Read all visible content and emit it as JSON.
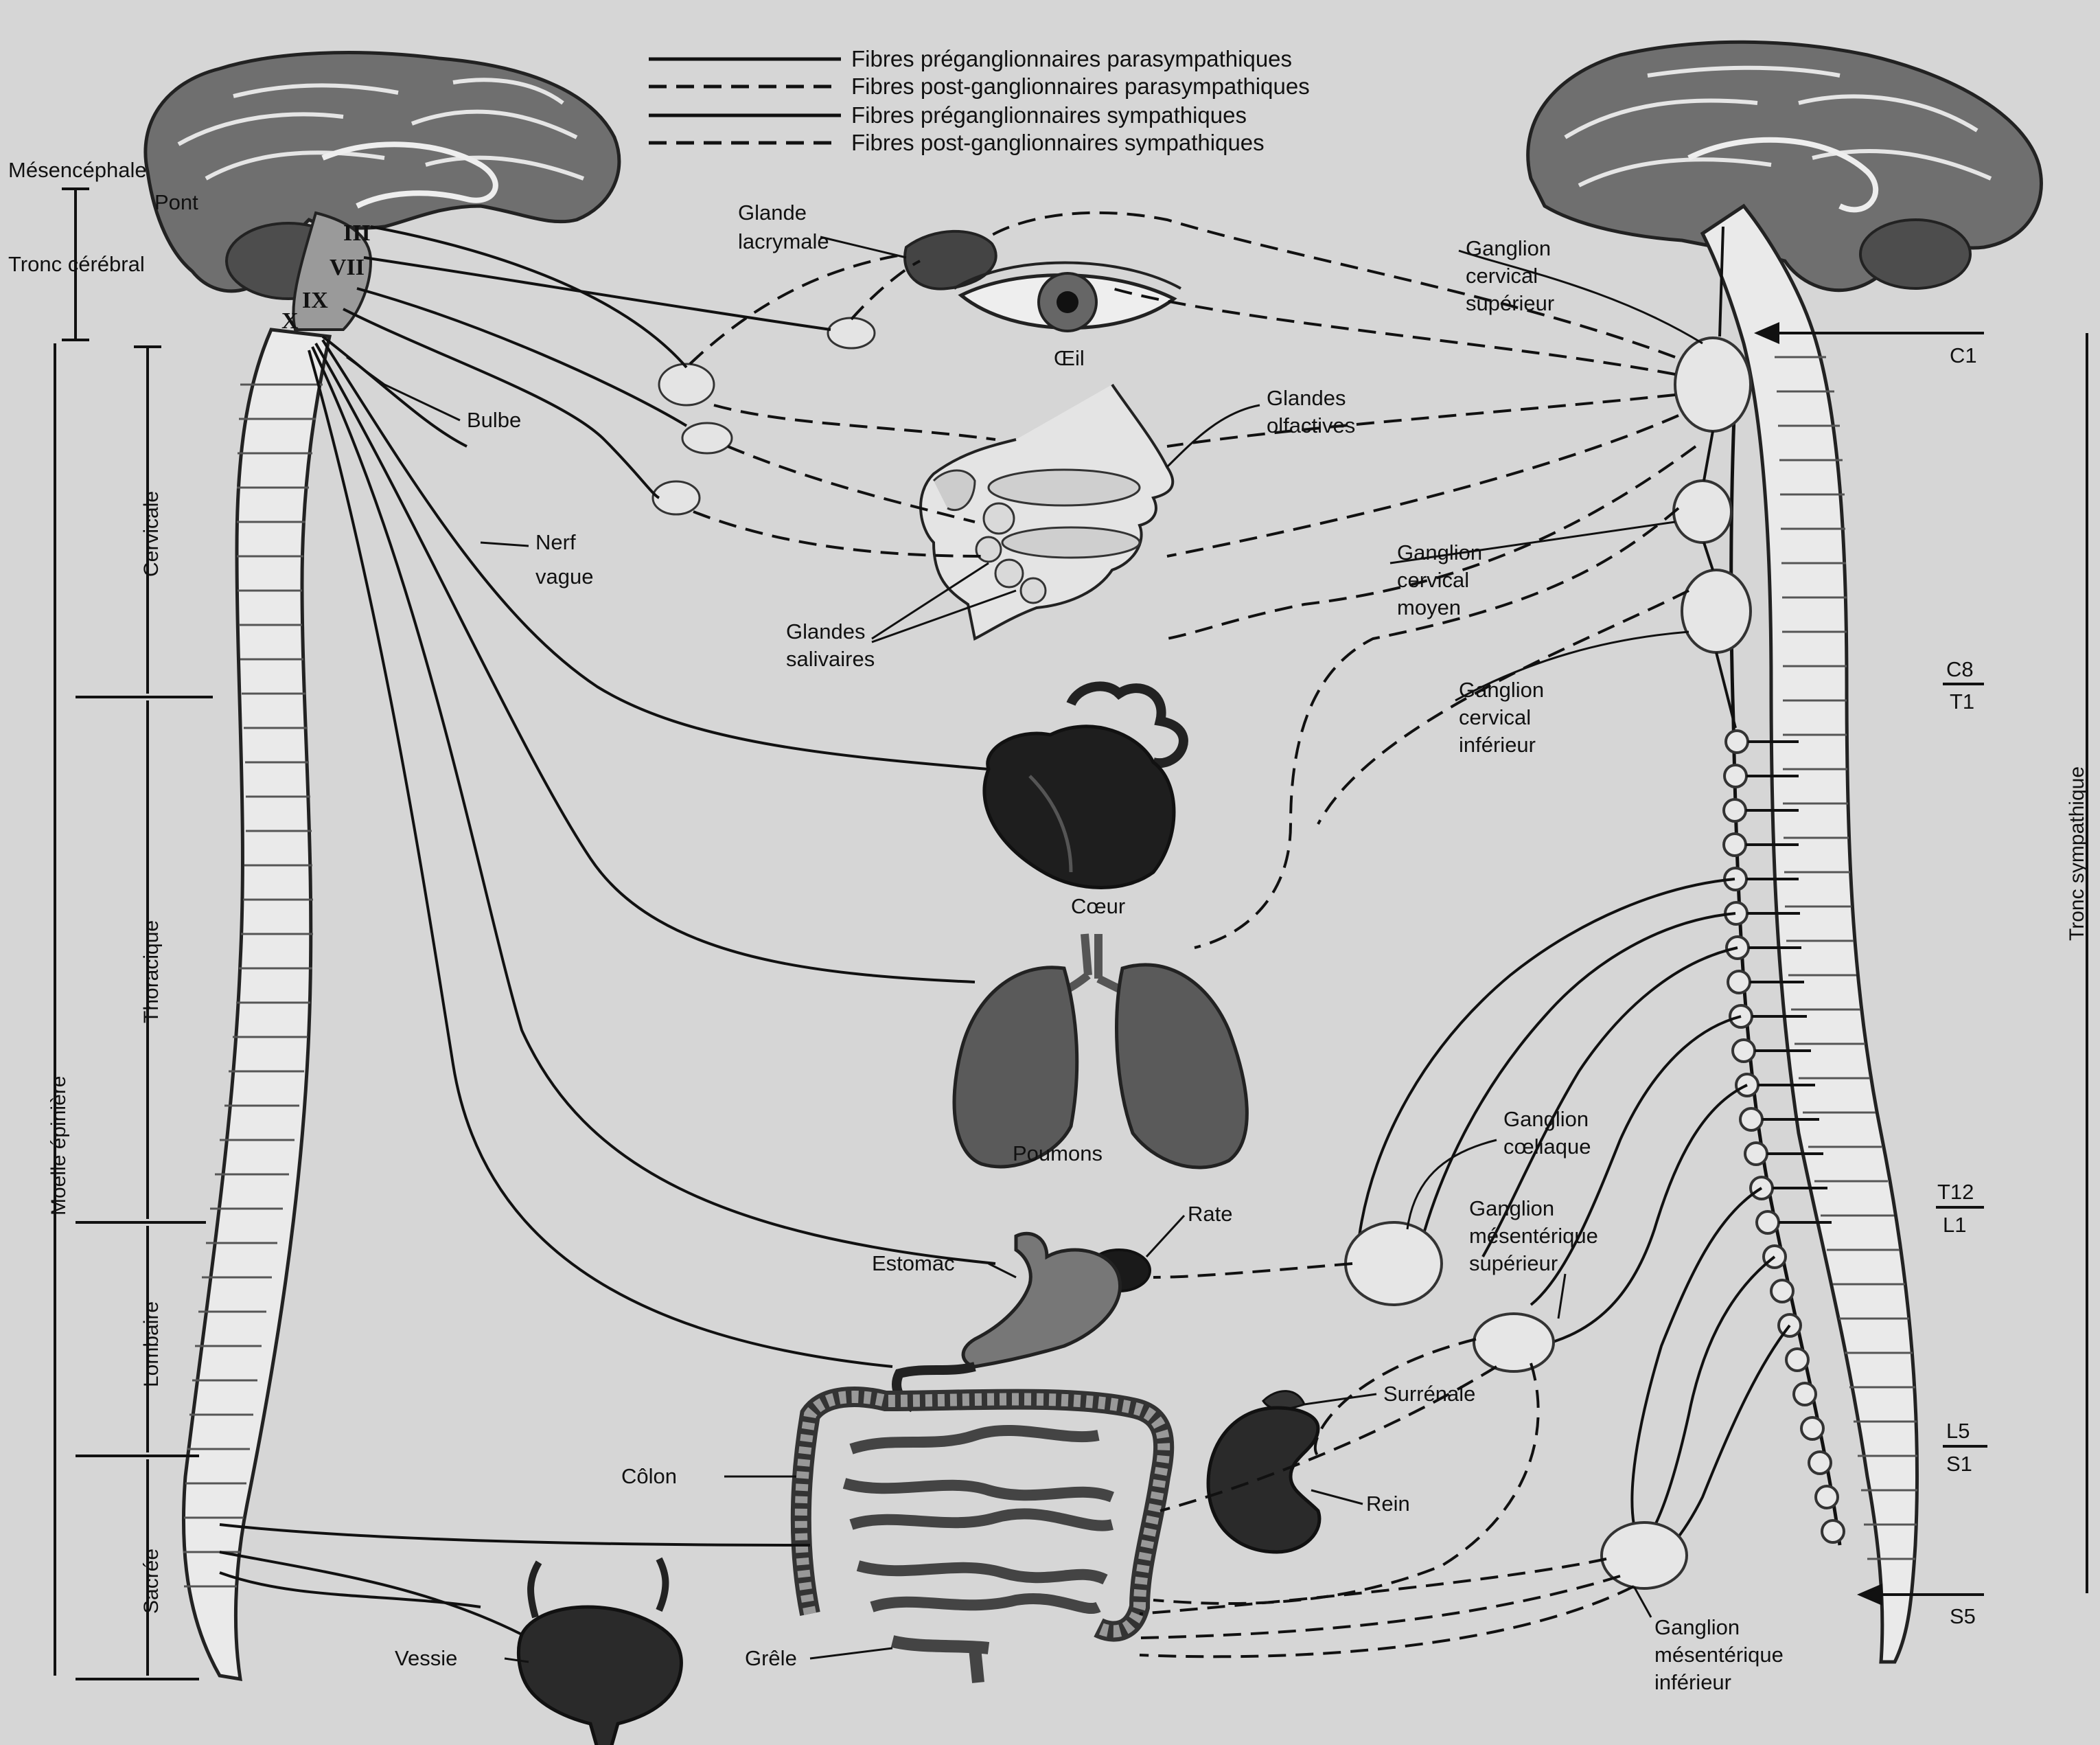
{
  "legend": [
    {
      "text": "Fibres préganglionnaires parasympathiques",
      "style": "solid"
    },
    {
      "text": "Fibres post-ganglionnaires parasympathiques",
      "style": "dashed"
    },
    {
      "text": "Fibres préganglionnaires sympathiques",
      "style": "solid"
    },
    {
      "text": "Fibres post-ganglionnaires sympathiques",
      "style": "dashed"
    }
  ],
  "left_brain": {
    "mesencephale": "Mésencéphale",
    "pont": "Pont",
    "tronc": "Tronc cérébral",
    "cranial_nerves": [
      "III",
      "VII",
      "IX",
      "X"
    ],
    "bulbe": "Bulbe",
    "nerf_vague": [
      "Nerf",
      "vague"
    ]
  },
  "spine_regions": {
    "moelle": "Moelle épinière",
    "cervicale": "Cervicale",
    "thoracique": "Thoracique",
    "lombaire": "Lombaire",
    "sacree": "Sacrée"
  },
  "organs": {
    "glande_lacrymale": [
      "Glande",
      "lacrymale"
    ],
    "oeil": "Œil",
    "glandes_olfactives": [
      "Glandes",
      "olfactives"
    ],
    "glandes_salivaires": [
      "Glandes",
      "salivaires"
    ],
    "coeur": "Cœur",
    "poumons": "Poumons",
    "rate": "Rate",
    "estomac": "Estomac",
    "surrenale": "Surrénale",
    "rein": "Rein",
    "colon": "Côlon",
    "grele": "Grêle",
    "vessie": "Vessie"
  },
  "ganglia": {
    "cervical_sup": [
      "Ganglion",
      "cervical",
      "supérieur"
    ],
    "cervical_moyen": [
      "Ganglion",
      "cervical",
      "moyen"
    ],
    "cervical_inf": [
      "Ganglion",
      "cervical",
      "inférieur"
    ],
    "coeliaque": [
      "Ganglion",
      "cœliaque"
    ],
    "mesenterique_sup": [
      "Ganglion",
      "mésentérique",
      "supérieur"
    ],
    "mesenterique_inf": [
      "Ganglion",
      "mésentérique",
      "inférieur"
    ]
  },
  "vertebral_levels": {
    "c1": "C1",
    "c8": "C8",
    "t1": "T1",
    "t12": "T12",
    "l1": "L1",
    "l5": "L5",
    "s1": "S1",
    "s5": "S5"
  },
  "tronc_sympathique": "Tronc sympathique"
}
